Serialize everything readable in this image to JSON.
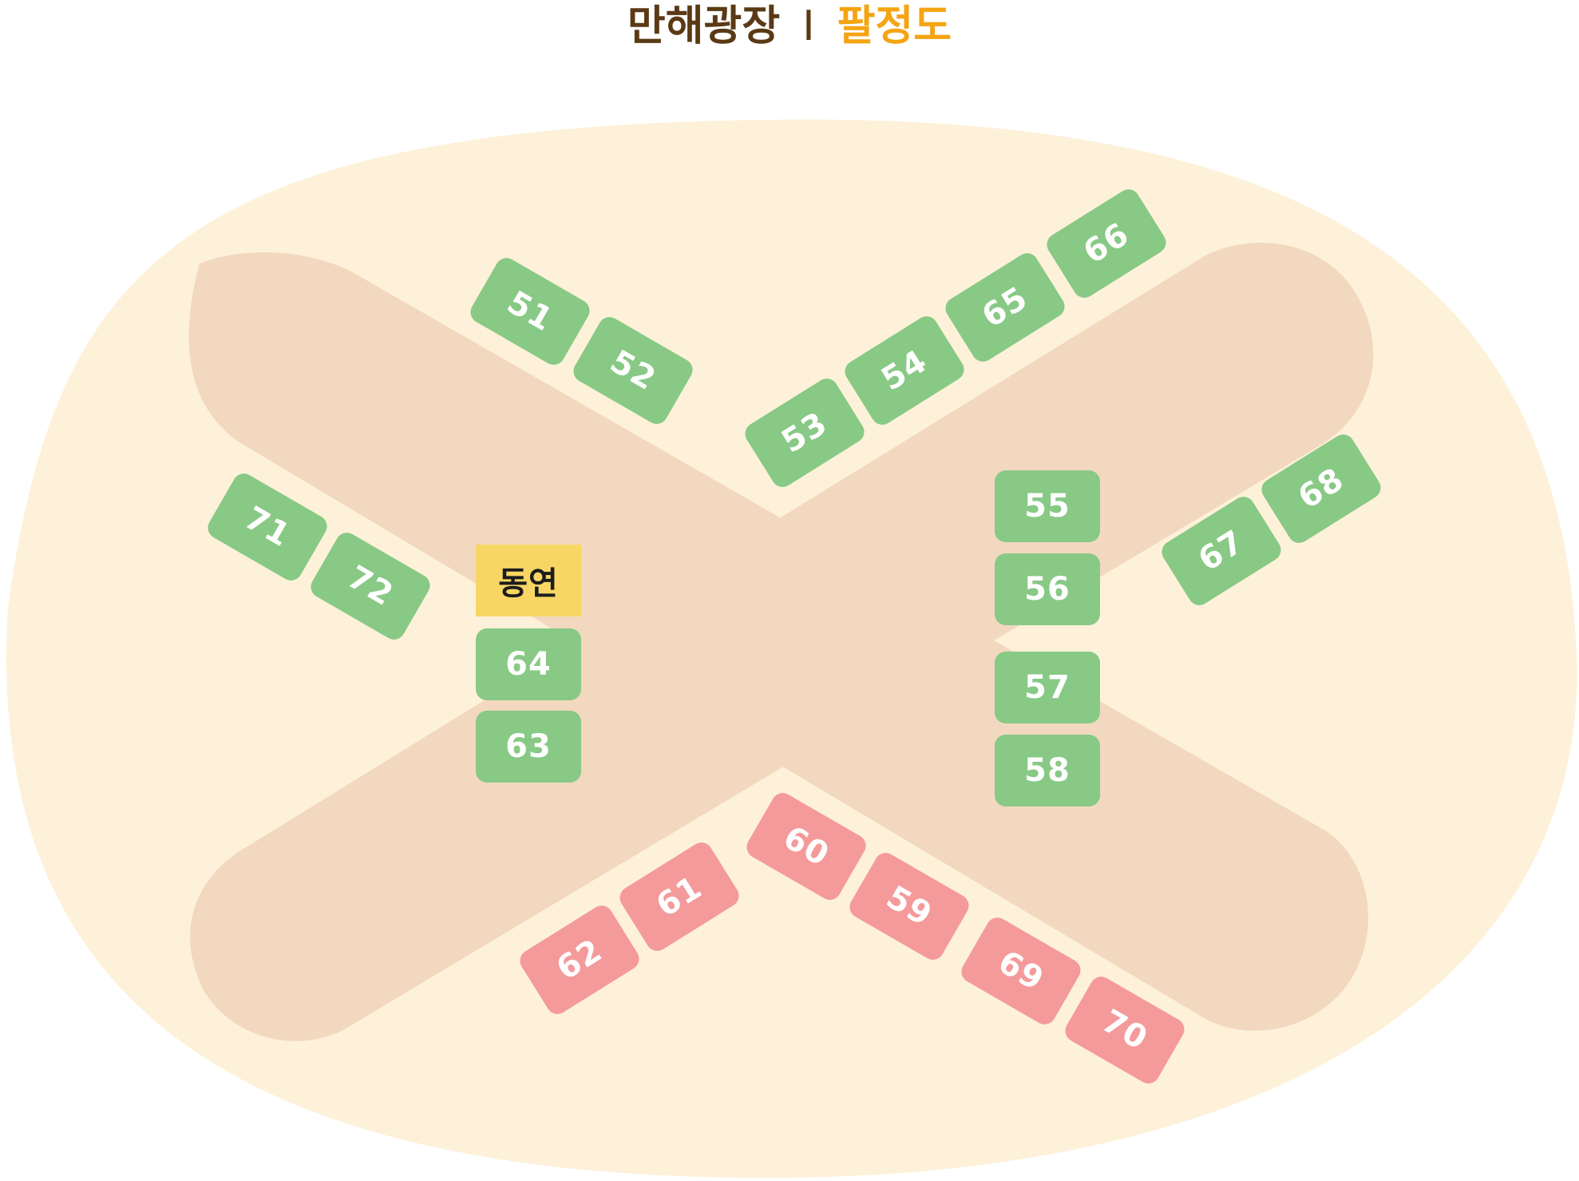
{
  "title": {
    "place": "만해광장",
    "separator": "I",
    "subtitle": "팔정도"
  },
  "colors": {
    "plaza": "#fef1d9",
    "road": "#f2d8bf",
    "booth_green": "#88c985",
    "booth_red": "#f49a9b",
    "stage": "#f8d664",
    "title_dark": "#5a3a14",
    "title_accent": "#f5a412"
  },
  "stage": {
    "label": "동연"
  },
  "booths": [
    {
      "id": "51",
      "label": "51",
      "color": "green"
    },
    {
      "id": "52",
      "label": "52",
      "color": "green"
    },
    {
      "id": "53",
      "label": "53",
      "color": "green"
    },
    {
      "id": "54",
      "label": "54",
      "color": "green"
    },
    {
      "id": "65",
      "label": "65",
      "color": "green"
    },
    {
      "id": "66",
      "label": "66",
      "color": "green"
    },
    {
      "id": "55",
      "label": "55",
      "color": "green"
    },
    {
      "id": "56",
      "label": "56",
      "color": "green"
    },
    {
      "id": "57",
      "label": "57",
      "color": "green"
    },
    {
      "id": "58",
      "label": "58",
      "color": "green"
    },
    {
      "id": "67",
      "label": "67",
      "color": "green"
    },
    {
      "id": "68",
      "label": "68",
      "color": "green"
    },
    {
      "id": "71",
      "label": "71",
      "color": "green"
    },
    {
      "id": "72",
      "label": "72",
      "color": "green"
    },
    {
      "id": "64",
      "label": "64",
      "color": "green"
    },
    {
      "id": "63",
      "label": "63",
      "color": "green"
    },
    {
      "id": "60",
      "label": "60",
      "color": "red"
    },
    {
      "id": "59",
      "label": "59",
      "color": "red"
    },
    {
      "id": "69",
      "label": "69",
      "color": "red"
    },
    {
      "id": "70",
      "label": "70",
      "color": "red"
    },
    {
      "id": "61",
      "label": "61",
      "color": "red"
    },
    {
      "id": "62",
      "label": "62",
      "color": "red"
    }
  ]
}
